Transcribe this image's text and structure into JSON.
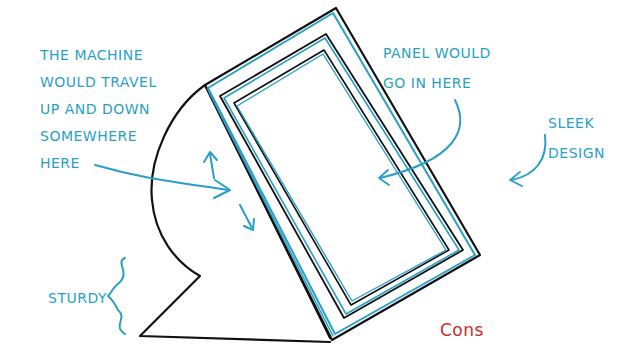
{
  "diagram": {
    "labels": [
      "THE MACHINE WOULD TRAVEL UP AND DOWN SOMEWHERE HERE",
      "PANEL WOULD GO IN HERE",
      "SLEEK DESIGN",
      "STURDY",
      "Cons"
    ]
  }
}
